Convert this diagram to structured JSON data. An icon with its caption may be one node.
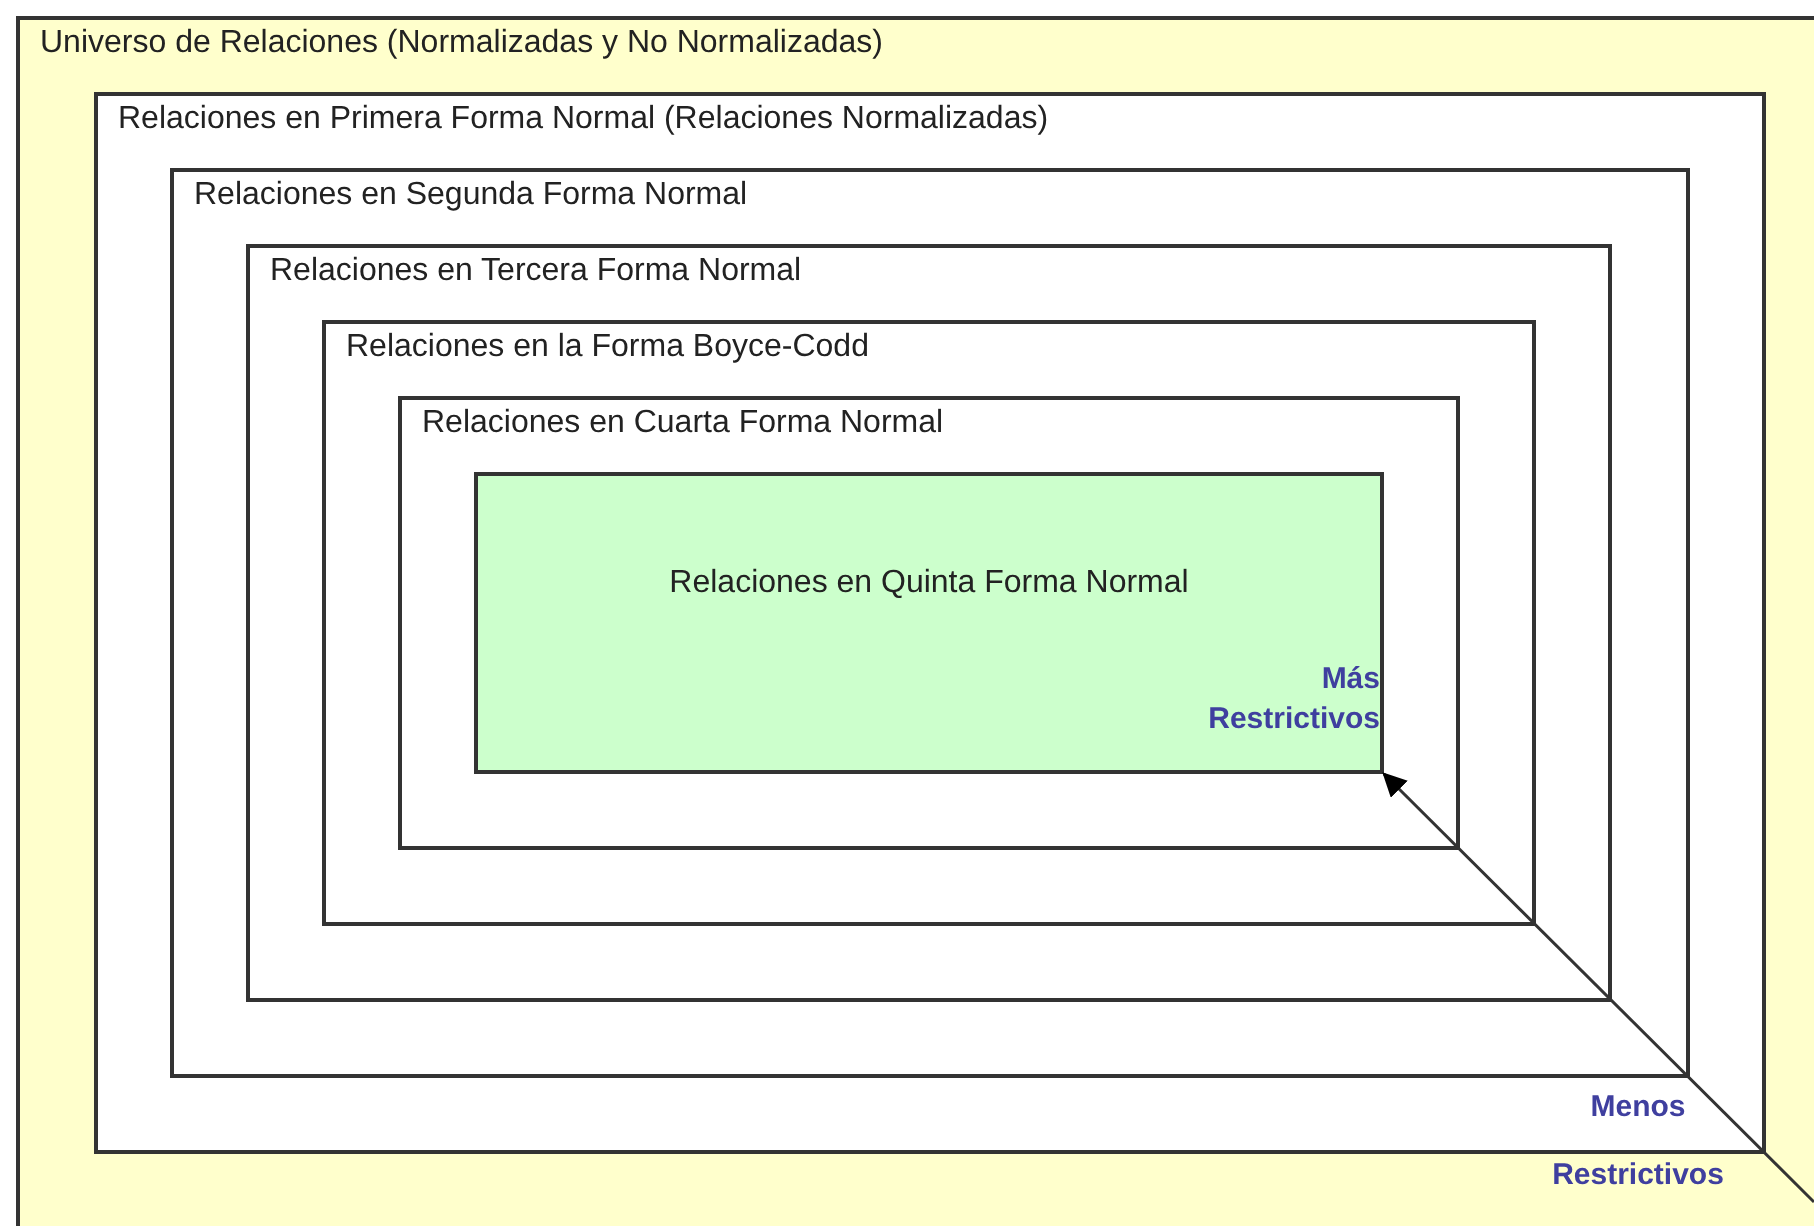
{
  "diagram": {
    "nodes": [
      {
        "text": [
          "Universo de Relaciones (Normalizadas y No Normalizadas)"
        ]
      },
      {
        "text": [
          "Relaciones en Primera Forma Normal (Relaciones Normalizadas)"
        ],
        "in": 0
      },
      {
        "text": [
          "Relaciones en Segunda Forma Normal"
        ],
        "in": 1
      },
      {
        "text": [
          "Relaciones en Tercera Forma Normal"
        ],
        "in": 2
      },
      {
        "text": [
          "Relaciones en la Forma Boyce-Codd"
        ],
        "in": 3
      },
      {
        "text": [
          "Relaciones en Cuarta Forma Normal"
        ],
        "in": 4
      },
      {
        "text": [
          "Relaciones en Quinta Forma Normal"
        ],
        "in": 5
      }
    ],
    "edges": [
      {
        "from": null,
        "to": 6,
        "arrow": "to"
      }
    ],
    "labels": [
      "Más Restrictivos",
      "Menos Restrictivos"
    ]
  }
}
